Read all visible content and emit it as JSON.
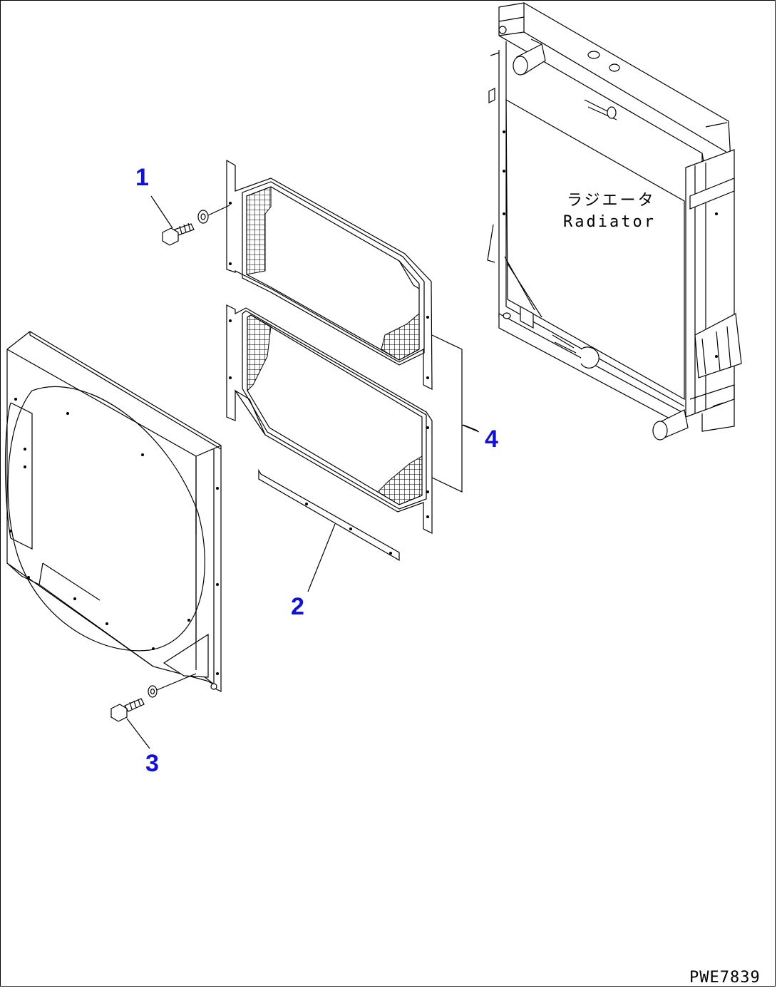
{
  "callouts": [
    {
      "number": "1",
      "part": "bolt"
    },
    {
      "number": "2",
      "part": "strip"
    },
    {
      "number": "3",
      "part": "bolt"
    },
    {
      "number": "4",
      "part": "seal"
    }
  ],
  "radiator_label": {
    "japanese": "ラジエータ",
    "english": "Radiator"
  },
  "drawing_code": "PWE7839",
  "colors": {
    "callout": "#1010e0",
    "line": "#000000",
    "background": "#ffffff"
  }
}
